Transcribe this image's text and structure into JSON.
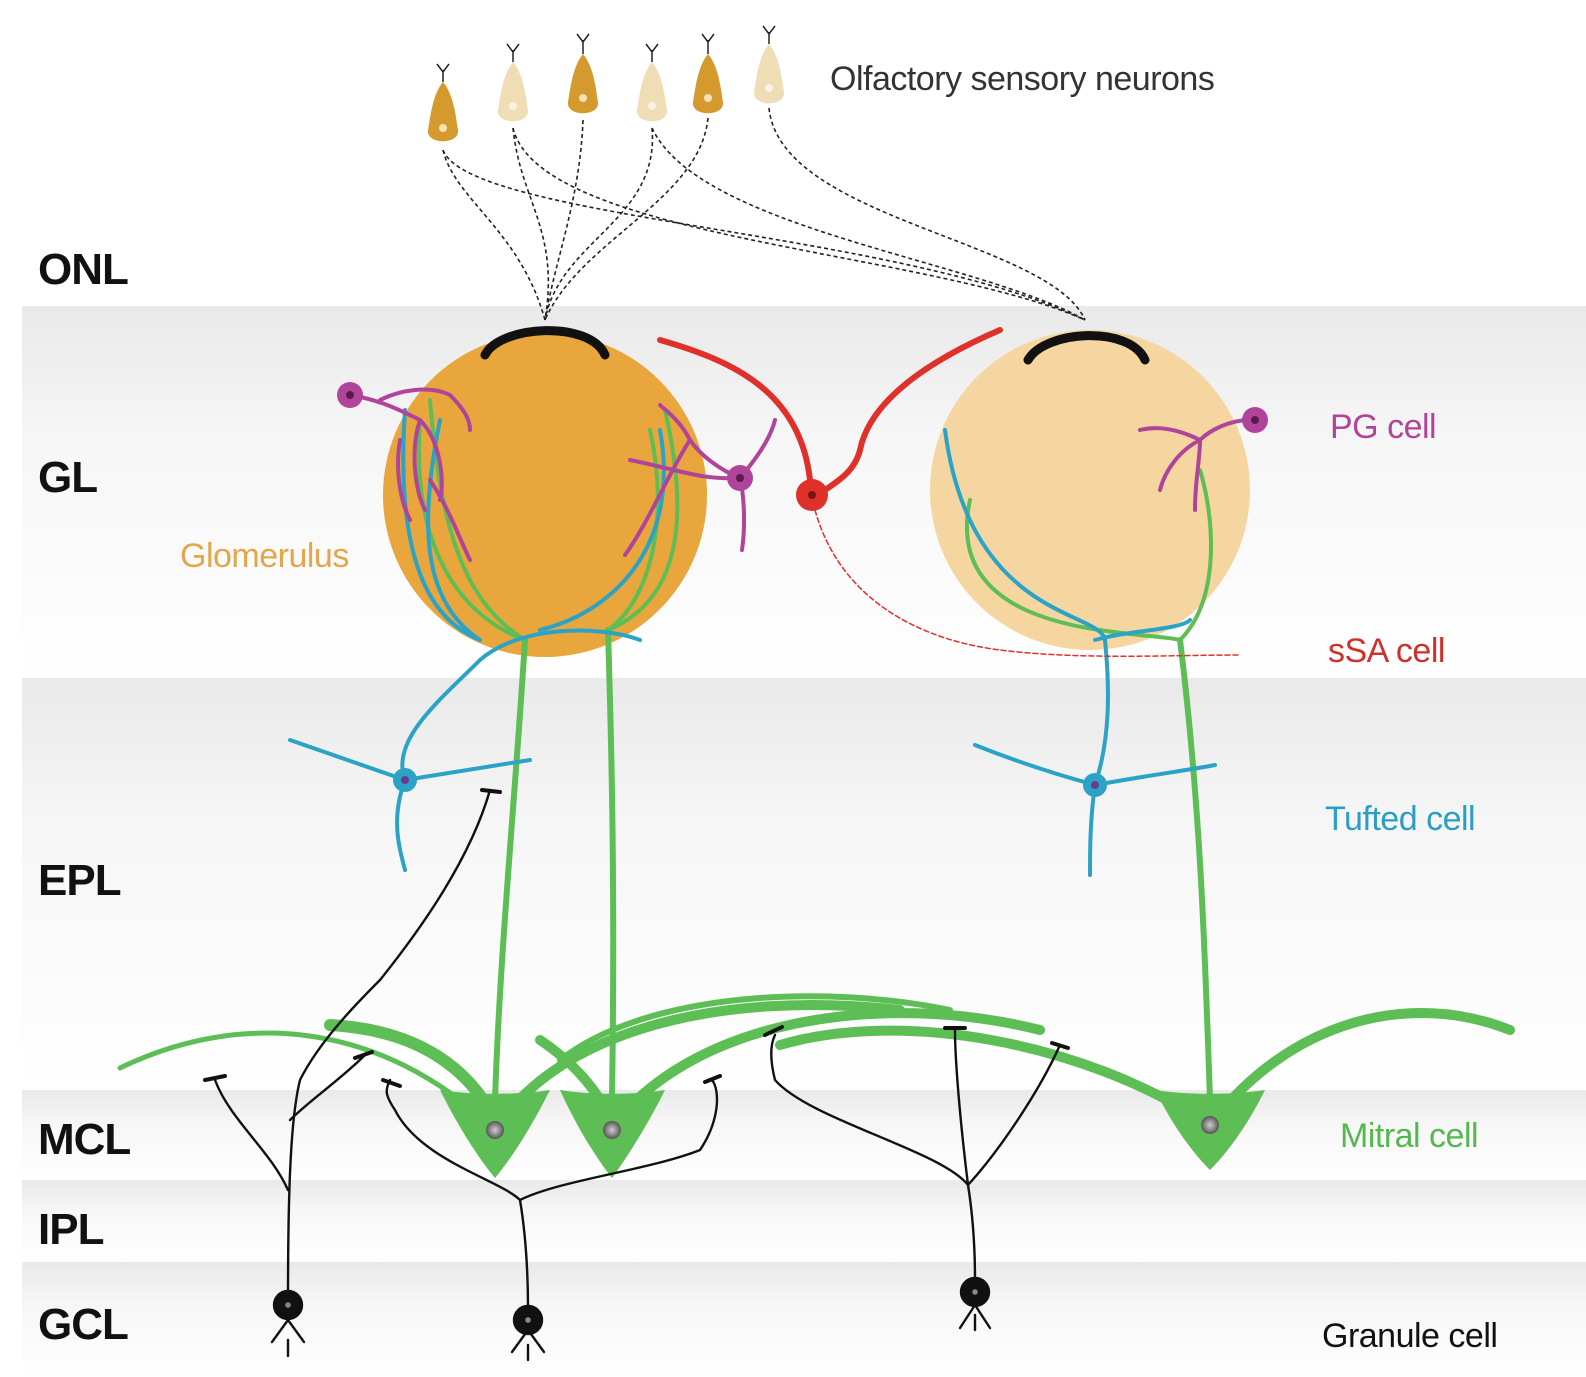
{
  "title": "Olfactory sensory neurons",
  "layers": {
    "onl": "ONL",
    "gl": "GL",
    "epl": "EPL",
    "mcl": "MCL",
    "ipl": "IPL",
    "gcl": "GCL"
  },
  "cell_labels": {
    "glomerulus": "Glomerulus",
    "pg_cell": "PG cell",
    "ssa_cell": "sSA cell",
    "tufted_cell": "Tufted cell",
    "mitral_cell": "Mitral cell",
    "granule_cell": "Granule cell"
  },
  "colors": {
    "glomerulus_active": "#E8A63C",
    "glomerulus_inactive": "#F5D6A0",
    "osn_dark": "#D49A2E",
    "osn_light": "#EFDDB5",
    "pg_cell": "#B0449A",
    "ssa_cell": "#E0302A",
    "tufted_cell": "#2BA3C6",
    "mitral_cell": "#5DBE55",
    "granule_cell": "#111111",
    "band": "#EFEFEF",
    "title_text": "#333333",
    "label_glomerulus": "#E3A64A",
    "label_pg": "#B0449A",
    "label_ssa": "#D0302A",
    "label_tufted": "#2B9EC6",
    "label_mitral": "#55B84F",
    "label_granule": "#111111"
  }
}
